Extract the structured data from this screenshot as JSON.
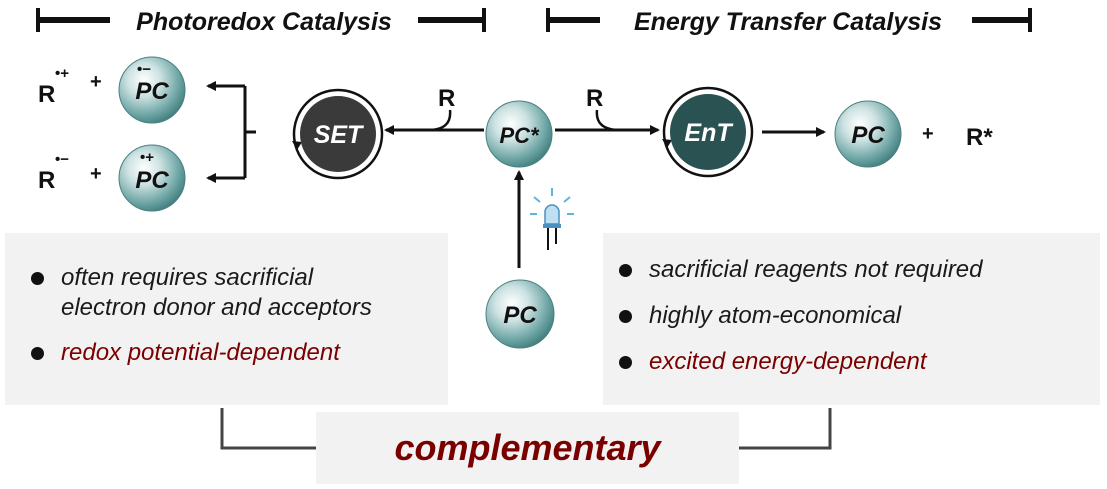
{
  "headers": {
    "left": "Photoredox Catalysis",
    "right": "Energy Transfer Catalysis"
  },
  "nodes": {
    "pc": "PC",
    "pc_excited": "PC*",
    "set": "SET",
    "ent": "EnT",
    "reagent": "R",
    "product_excited": "R*",
    "plus": "+",
    "radical_cation": "•+",
    "radical_anion": "•−"
  },
  "left_points": [
    {
      "text": "often requires sacrificial"
    },
    {
      "text": "electron donor and acceptors"
    },
    {
      "text": "redox potential-dependent"
    }
  ],
  "right_points": [
    {
      "text": "sacrificial reagents not required"
    },
    {
      "text": "highly atom-economical"
    },
    {
      "text": "excited energy-dependent"
    }
  ],
  "bottom": {
    "label": "complementary"
  },
  "colors": {
    "red_text": "#7a0000",
    "set_circle": "#3a3a3a",
    "ent_circle": "#2a5252",
    "sphere": "#5d9a9a",
    "panel": "#f2f2f2"
  },
  "icons": {
    "light": "led-light-icon"
  }
}
